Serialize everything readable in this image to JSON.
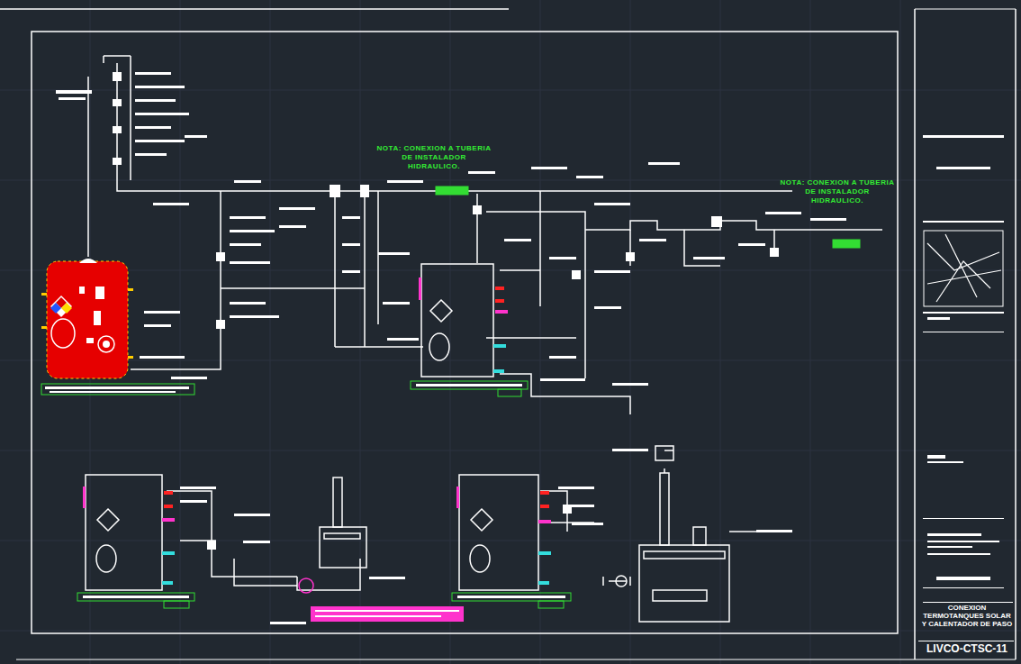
{
  "diagram": {
    "nodes": [
      {
        "text": [
          "CONEXION TERMOTANQUES SOLAR Y CALENTADOR DE PASO"
        ]
      },
      {
        "text": [
          "LIVCO-CTSC-11"
        ]
      }
    ],
    "labels": [
      "NOTA: CONEXION A TUBERIA DE INSTALADOR HIDRAULICO.",
      "NOTA: CONEXION A TUBERIA DE INSTALADOR HIDRAULICO."
    ]
  }
}
